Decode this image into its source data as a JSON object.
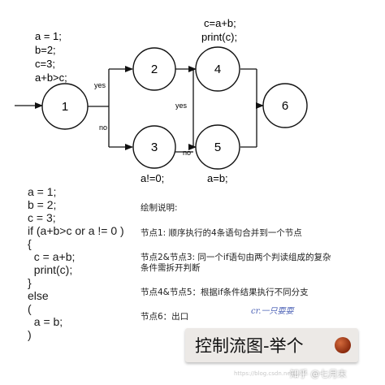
{
  "graph": {
    "nodes": [
      {
        "id": "1",
        "label": "1"
      },
      {
        "id": "2",
        "label": "2"
      },
      {
        "id": "3",
        "label": "3"
      },
      {
        "id": "4",
        "label": "4"
      },
      {
        "id": "5",
        "label": "5"
      },
      {
        "id": "6",
        "label": "6"
      }
    ],
    "edges": [
      {
        "from": "entry",
        "to": "1",
        "label": ""
      },
      {
        "from": "1",
        "to": "2",
        "label": "yes"
      },
      {
        "from": "1",
        "to": "3",
        "label": "no"
      },
      {
        "from": "2",
        "to": "4",
        "label": ""
      },
      {
        "from": "2",
        "to": "5",
        "label": "yes"
      },
      {
        "from": "3",
        "to": "5",
        "label": "no"
      },
      {
        "from": "4",
        "to": "6",
        "label": ""
      },
      {
        "from": "5",
        "to": "6",
        "label": ""
      }
    ],
    "node1_code": [
      "a = 1;",
      "b=2;",
      "c=3;",
      "a+b>c;"
    ],
    "node4_code": [
      "c=a+b;",
      "print(c);"
    ],
    "node3_code": "a!=0;",
    "node5_code": "a=b;"
  },
  "source_code": [
    "a = 1;",
    "b = 2;",
    "c = 3;",
    "if (a+b>c or a != 0 )",
    "{",
    "  c = a+b;",
    "  print(c);",
    "}",
    "else",
    "(",
    "  a = b;",
    ")"
  ],
  "explanation": {
    "title": "绘制说明:",
    "items": [
      [
        "节点1:   顺序执行的4条语句合并到一个节点"
      ],
      [
        "节点2&节点3:   同一个if语句由两个判读组成的复杂",
        "条件需拆开判断"
      ],
      [
        "节点4&节点5：根据if条件结果执行不同分支"
      ],
      [
        "节点6：出口"
      ]
    ]
  },
  "banner": {
    "text": "控制流图-举个"
  },
  "signature": "cr.一只耍耍",
  "watermark": {
    "zhihu": "知乎 @七月末",
    "blog": "https://blog.csdn.net/..."
  }
}
